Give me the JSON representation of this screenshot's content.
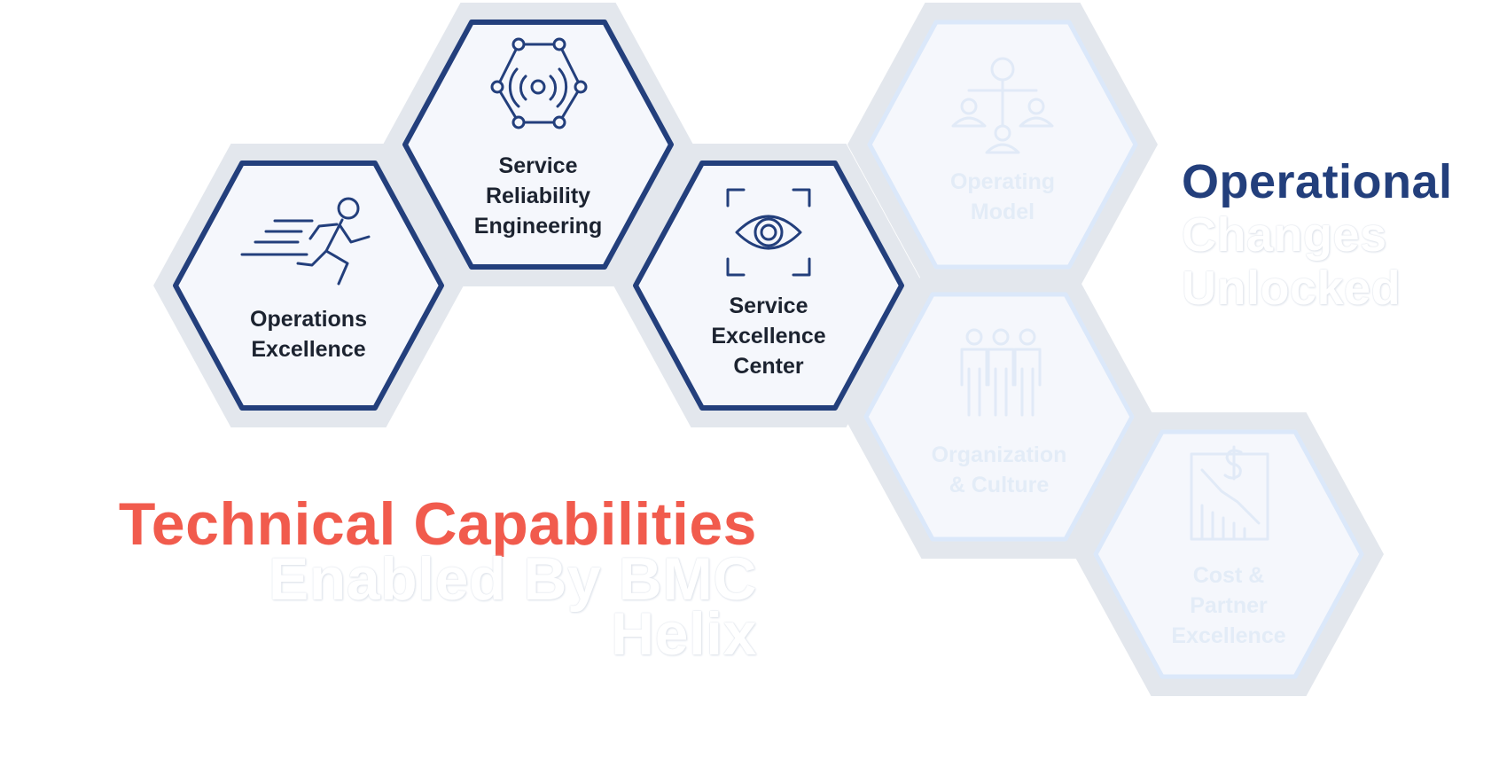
{
  "colors": {
    "active_border": "#233f7c",
    "halo": "#e3e7ed",
    "inactive_border": "#dbe8fa",
    "hex_fill": "#f5f7fc",
    "icon_active": "#233f7c",
    "icon_inactive": "#e1eaf7",
    "technical_accent": "#f15b4d",
    "operational_accent": "#233f7c"
  },
  "hexagons": [
    {
      "id": "operations-excellence",
      "label": "Operations\nExcellence",
      "icon": "running-person-icon",
      "active": true
    },
    {
      "id": "service-reliability-engineering",
      "label": "Service\nReliability\nEngineering",
      "icon": "network-signal-icon",
      "active": true
    },
    {
      "id": "service-excellence-center",
      "label": "Service\nExcellence\nCenter",
      "icon": "eye-scan-icon",
      "active": true
    },
    {
      "id": "operating-model",
      "label": "Operating\nModel",
      "icon": "people-hierarchy-icon",
      "active": false
    },
    {
      "id": "organization-culture",
      "label": "Organization\n& Culture",
      "icon": "people-group-icon",
      "active": false
    },
    {
      "id": "cost-partner-excellence",
      "label": "Cost &\nPartner\nExcellence",
      "icon": "cost-chart-icon",
      "active": false
    }
  ],
  "technical_heading": {
    "line1": "Technical Capabilities",
    "line2": "Enabled By BMC",
    "line3": "Helix"
  },
  "operational_heading": {
    "line1": "Operational",
    "line2": "Changes",
    "line3": "Unlocked"
  }
}
